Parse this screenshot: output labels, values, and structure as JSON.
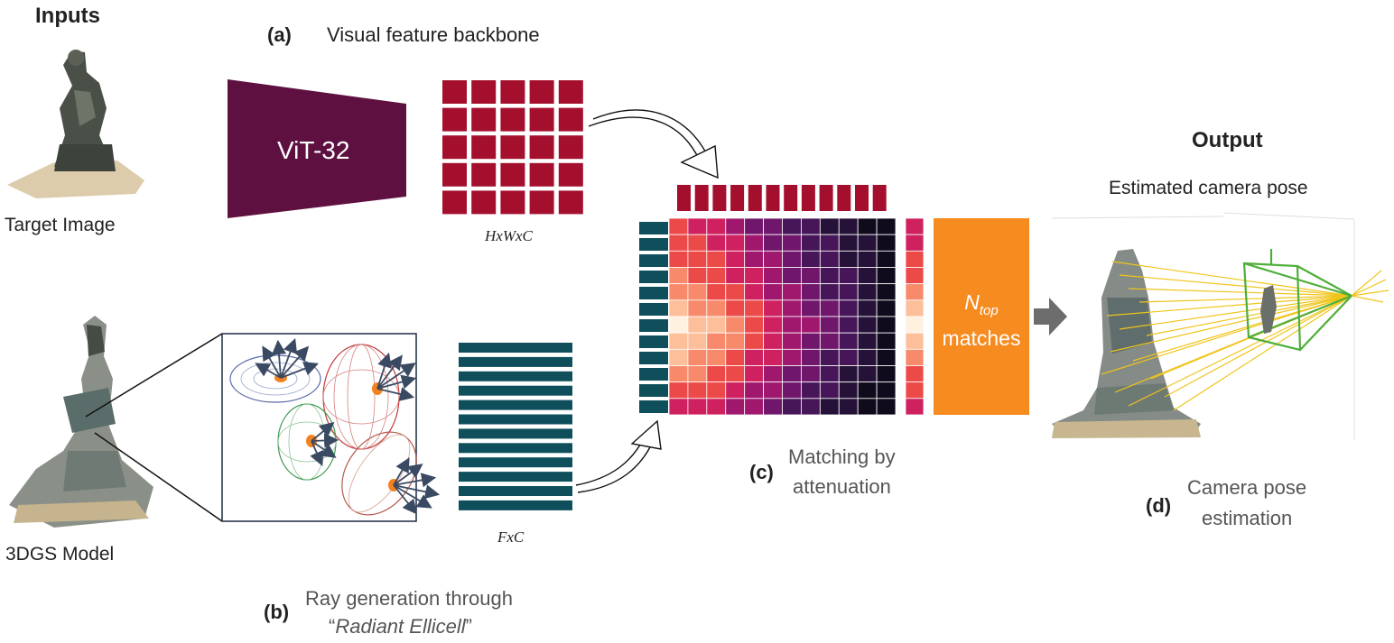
{
  "labels": {
    "inputs_heading": "Inputs",
    "target_image": "Target Image",
    "model_3dgs": "3DGS Model",
    "output_heading": "Output",
    "estimated_pose": "Estimated camera pose",
    "backbone_name": "ViT-32",
    "hwc": "HxWxC",
    "fxc": "FxC",
    "matches_line1": "N",
    "matches_sub": "top",
    "matches_line2": "matches"
  },
  "steps": {
    "a": {
      "letter": "(a)",
      "title": "Visual feature backbone"
    },
    "b": {
      "letter": "(b)",
      "line1": "Ray generation through",
      "quote_open": "“",
      "line2": "Radiant Ellicell",
      "quote_close": "”"
    },
    "c": {
      "letter": "(c)",
      "line1": "Matching by",
      "line2": "attenuation"
    },
    "d": {
      "letter": "(d)",
      "line1": "Camera pose",
      "line2": "estimation"
    }
  },
  "colors": {
    "backbone": "#5e1040",
    "image_feature": "#a50f2e",
    "ray_feature": "#0f4f5c",
    "matches_box": "#f68b1f",
    "camera_frustum": "#4fae3a",
    "rays": "#f0c419"
  },
  "grids": {
    "image_feature": {
      "rows": 5,
      "cols": 5
    },
    "ray_feature": {
      "bars": 12
    }
  },
  "heatmap": {
    "colorscale": [
      "#fff1e0",
      "#fcbf9a",
      "#f68a6a",
      "#ec4a48",
      "#cf2160",
      "#a0186e",
      "#70176c",
      "#471658",
      "#261238",
      "#0f0a1c"
    ],
    "values": [
      [
        3,
        4,
        4,
        5,
        6,
        6,
        7,
        7,
        8,
        8,
        9,
        9
      ],
      [
        3,
        3,
        4,
        4,
        5,
        6,
        6,
        7,
        7,
        8,
        8,
        9
      ],
      [
        3,
        3,
        3,
        4,
        5,
        5,
        6,
        7,
        7,
        8,
        8,
        9
      ],
      [
        2,
        3,
        3,
        4,
        4,
        5,
        6,
        6,
        7,
        7,
        8,
        9
      ],
      [
        2,
        2,
        3,
        3,
        4,
        5,
        5,
        6,
        7,
        7,
        8,
        9
      ],
      [
        1,
        2,
        2,
        3,
        3,
        4,
        5,
        6,
        6,
        7,
        8,
        9
      ],
      [
        0,
        1,
        1,
        2,
        3,
        4,
        5,
        5,
        6,
        7,
        8,
        9
      ],
      [
        1,
        1,
        2,
        2,
        3,
        4,
        5,
        6,
        6,
        7,
        8,
        9
      ],
      [
        1,
        2,
        2,
        3,
        4,
        4,
        5,
        6,
        7,
        7,
        8,
        9
      ],
      [
        2,
        2,
        3,
        3,
        4,
        5,
        6,
        6,
        7,
        8,
        8,
        9
      ],
      [
        3,
        3,
        3,
        4,
        5,
        5,
        6,
        7,
        7,
        8,
        9,
        9
      ],
      [
        4,
        4,
        4,
        5,
        5,
        6,
        7,
        7,
        8,
        8,
        9,
        9
      ]
    ],
    "top_tokens": 12,
    "left_tokens": 12,
    "right_strip": [
      4,
      4,
      3,
      3,
      2,
      1,
      0,
      1,
      2,
      3,
      3,
      4
    ]
  }
}
